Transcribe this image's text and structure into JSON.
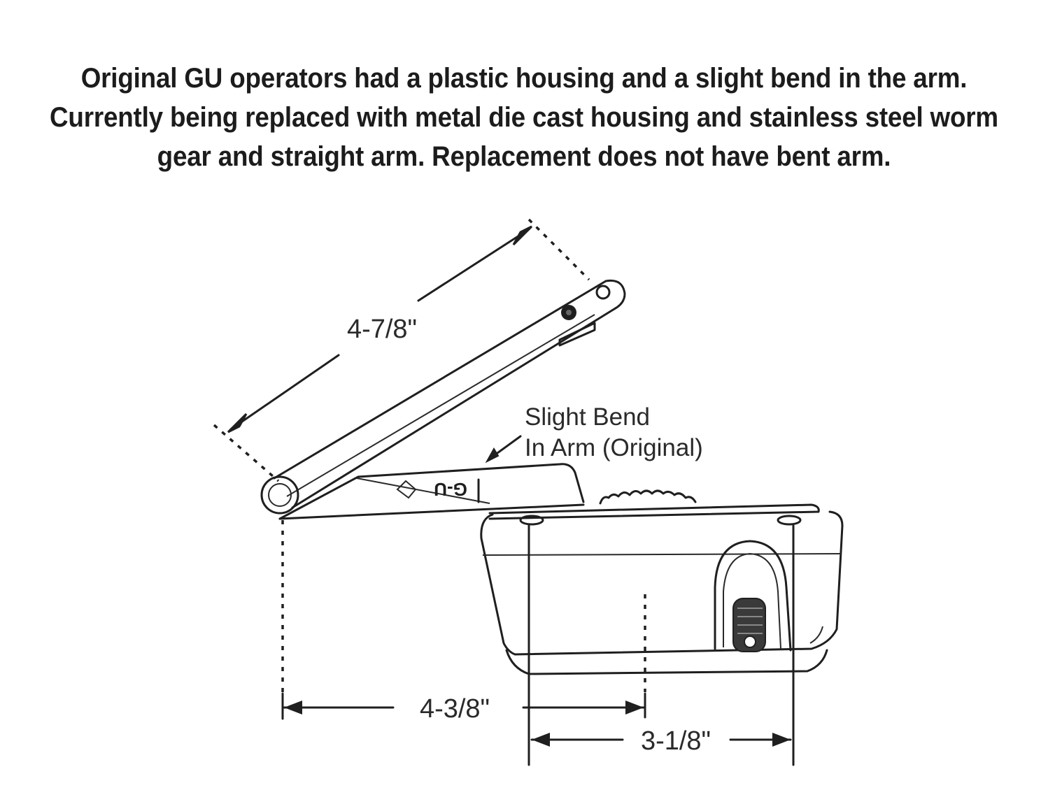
{
  "header": {
    "lines": [
      "Original GU operators had a plastic housing and a slight bend in the arm.",
      "Currently being replaced with metal die cast housing and stainless steel worm",
      "gear and straight arm. Replacement does not have bent arm."
    ]
  },
  "diagram": {
    "arm_length_label": "4-7/8\"",
    "bend_note_line1": "Slight Bend",
    "bend_note_line2": "In Arm (Original)",
    "pivot_to_center_label": "4-3/8\"",
    "mount_hole_spacing_label": "3-1/8\"",
    "brand_logo_text": "G-U",
    "colors": {
      "line": "#1f1f1f",
      "background": "#ffffff"
    }
  }
}
